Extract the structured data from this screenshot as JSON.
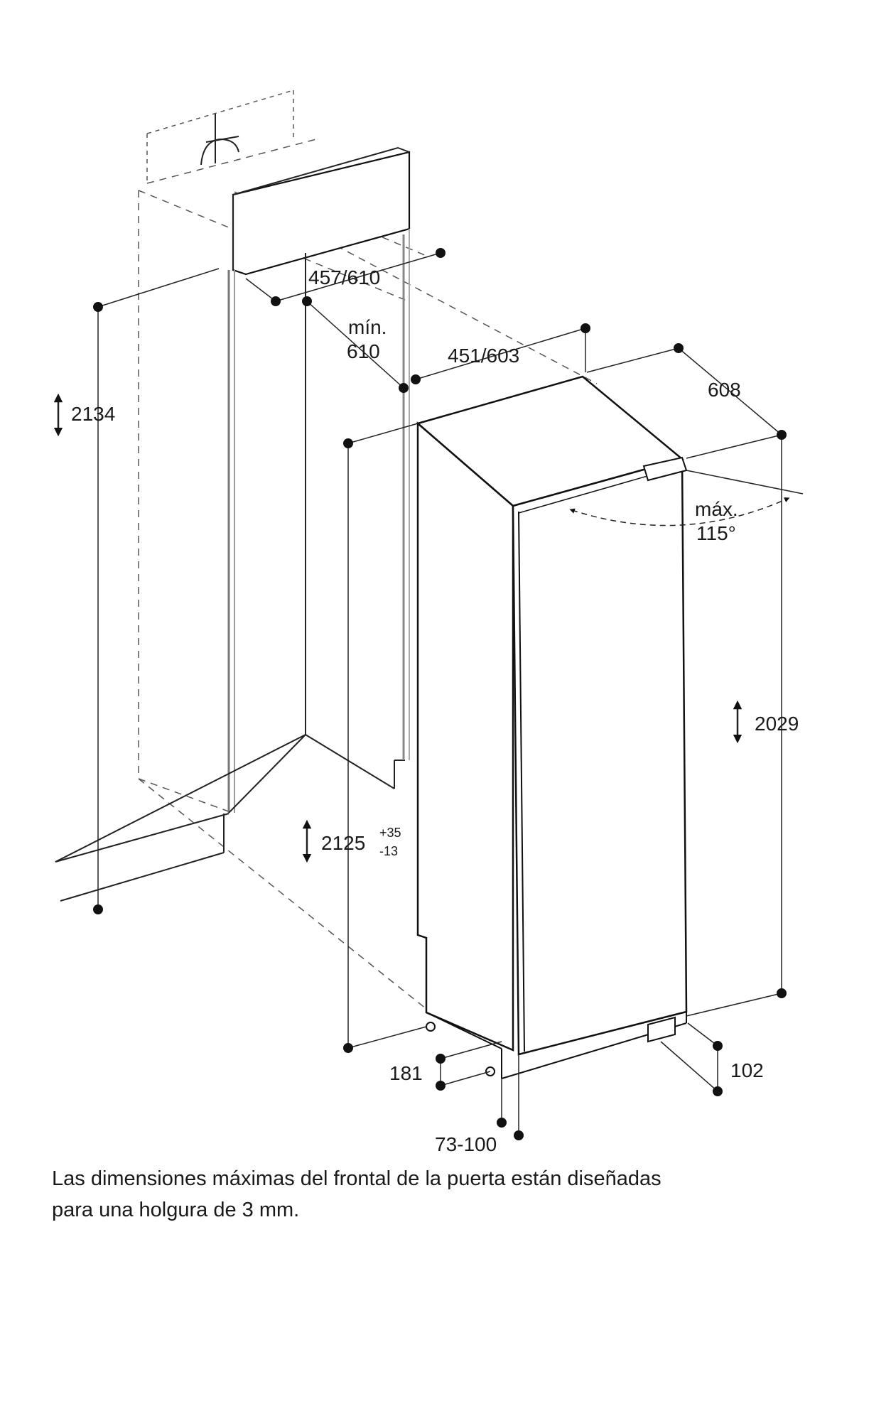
{
  "labels": {
    "niche_height": "2134",
    "top_depth": "457/610",
    "min_label": "mín.",
    "min_value": "610",
    "top_width": "451/603",
    "appliance_depth": "608",
    "door_angle_label": "máx.",
    "door_angle_value": "115°",
    "appliance_height": "2029",
    "niche_body_height": "2125",
    "tolerance_plus": "+35",
    "tolerance_minus": "-13",
    "base_depth": "181",
    "foot_height": "102",
    "plinth_range": "73-100"
  },
  "caption": {
    "line1": "Las dimensiones máximas del frontal de la puerta están diseñadas",
    "line2": "para una holgura de 3 mm."
  }
}
